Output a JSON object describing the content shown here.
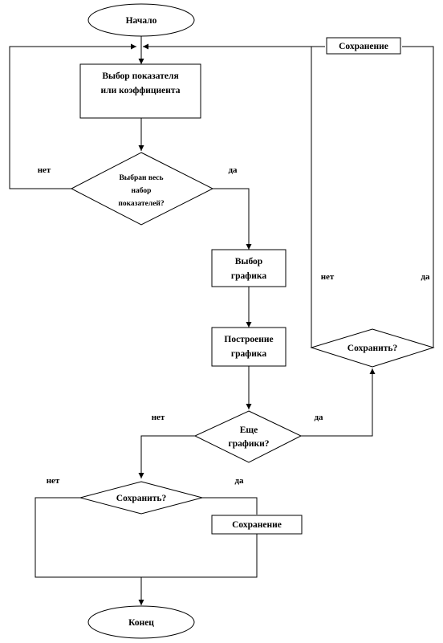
{
  "start": "Начало",
  "end": "Конец",
  "select_indicator": [
    "Выбор показателя",
    "или коэффициента"
  ],
  "all_selected_q": [
    "Выбран весь",
    "набор",
    "показателей?"
  ],
  "select_chart": [
    "Выбор",
    "графика"
  ],
  "build_chart": [
    "Построение",
    "графика"
  ],
  "more_charts_q": [
    "Еще",
    "графики?"
  ],
  "save_q_top": "Сохранить?",
  "save_top": "Сохранение",
  "save_q_bottom": "Сохранить?",
  "save_bottom": "Сохранение",
  "edge_labels": {
    "yes": "да",
    "no": "нет"
  }
}
